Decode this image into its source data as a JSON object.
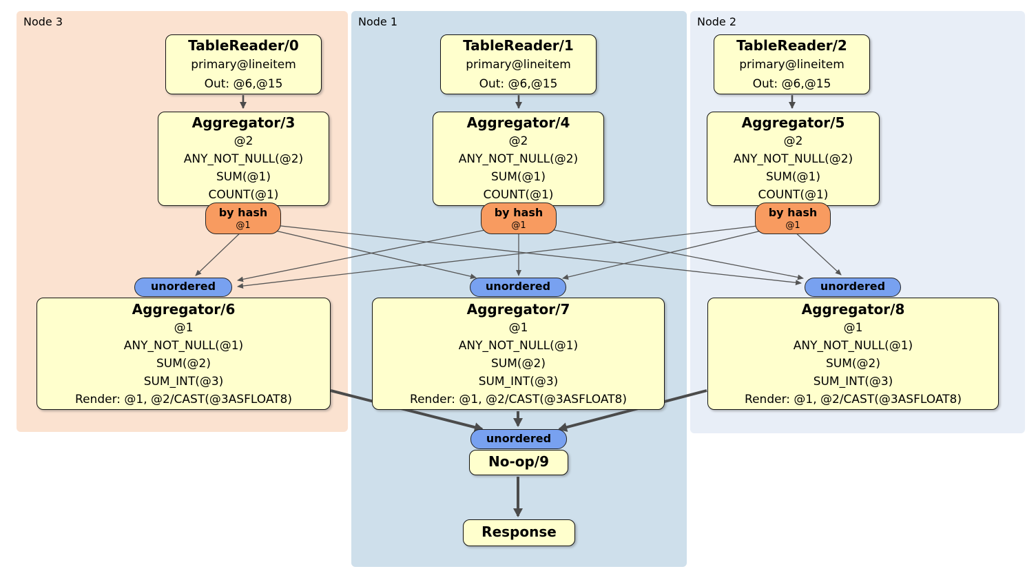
{
  "regions": {
    "node3": {
      "label": "Node 3"
    },
    "node1": {
      "label": "Node 1"
    },
    "node2": {
      "label": "Node 2"
    }
  },
  "nodes": {
    "tr0": {
      "title": "TableReader/0",
      "lines": [
        "primary@lineitem",
        "Out: @6,@15"
      ]
    },
    "tr1": {
      "title": "TableReader/1",
      "lines": [
        "primary@lineitem",
        "Out: @6,@15"
      ]
    },
    "tr2": {
      "title": "TableReader/2",
      "lines": [
        "primary@lineitem",
        "Out: @6,@15"
      ]
    },
    "agg3": {
      "title": "Aggregator/3",
      "lines": [
        "@2",
        "ANY_NOT_NULL(@2)",
        "SUM(@1)",
        "COUNT(@1)"
      ]
    },
    "agg4": {
      "title": "Aggregator/4",
      "lines": [
        "@2",
        "ANY_NOT_NULL(@2)",
        "SUM(@1)",
        "COUNT(@1)"
      ]
    },
    "agg5": {
      "title": "Aggregator/5",
      "lines": [
        "@2",
        "ANY_NOT_NULL(@2)",
        "SUM(@1)",
        "COUNT(@1)"
      ]
    },
    "agg6": {
      "title": "Aggregator/6",
      "lines": [
        "@1",
        "ANY_NOT_NULL(@1)",
        "SUM(@2)",
        "SUM_INT(@3)",
        "Render: @1, @2/CAST(@3ASFLOAT8)"
      ]
    },
    "agg7": {
      "title": "Aggregator/7",
      "lines": [
        "@1",
        "ANY_NOT_NULL(@1)",
        "SUM(@2)",
        "SUM_INT(@3)",
        "Render: @1, @2/CAST(@3ASFLOAT8)"
      ]
    },
    "agg8": {
      "title": "Aggregator/8",
      "lines": [
        "@1",
        "ANY_NOT_NULL(@1)",
        "SUM(@2)",
        "SUM_INT(@3)",
        "Render: @1, @2/CAST(@3ASFLOAT8)"
      ]
    },
    "noop": {
      "title": "No-op/9"
    },
    "response": {
      "title": "Response"
    }
  },
  "routers": {
    "hash3": {
      "label": "by hash",
      "detail": "@1"
    },
    "hash4": {
      "label": "by hash",
      "detail": "@1"
    },
    "hash5": {
      "label": "by hash",
      "detail": "@1"
    }
  },
  "streams": {
    "unordered6": {
      "label": "unordered"
    },
    "unordered7": {
      "label": "unordered"
    },
    "unordered8": {
      "label": "unordered"
    },
    "unordered9": {
      "label": "unordered"
    }
  },
  "colors": {
    "node3_bg": "#fbe2d0",
    "node1_bg": "#cedfeb",
    "node2_bg": "#e8eef7",
    "box_bg": "#ffffcd",
    "box_border": "#111111",
    "hash_bg": "#f89b60",
    "stream_bg": "#78a1f0",
    "edge_thin": "#555555",
    "edge_thick": "#4b4b4b"
  }
}
